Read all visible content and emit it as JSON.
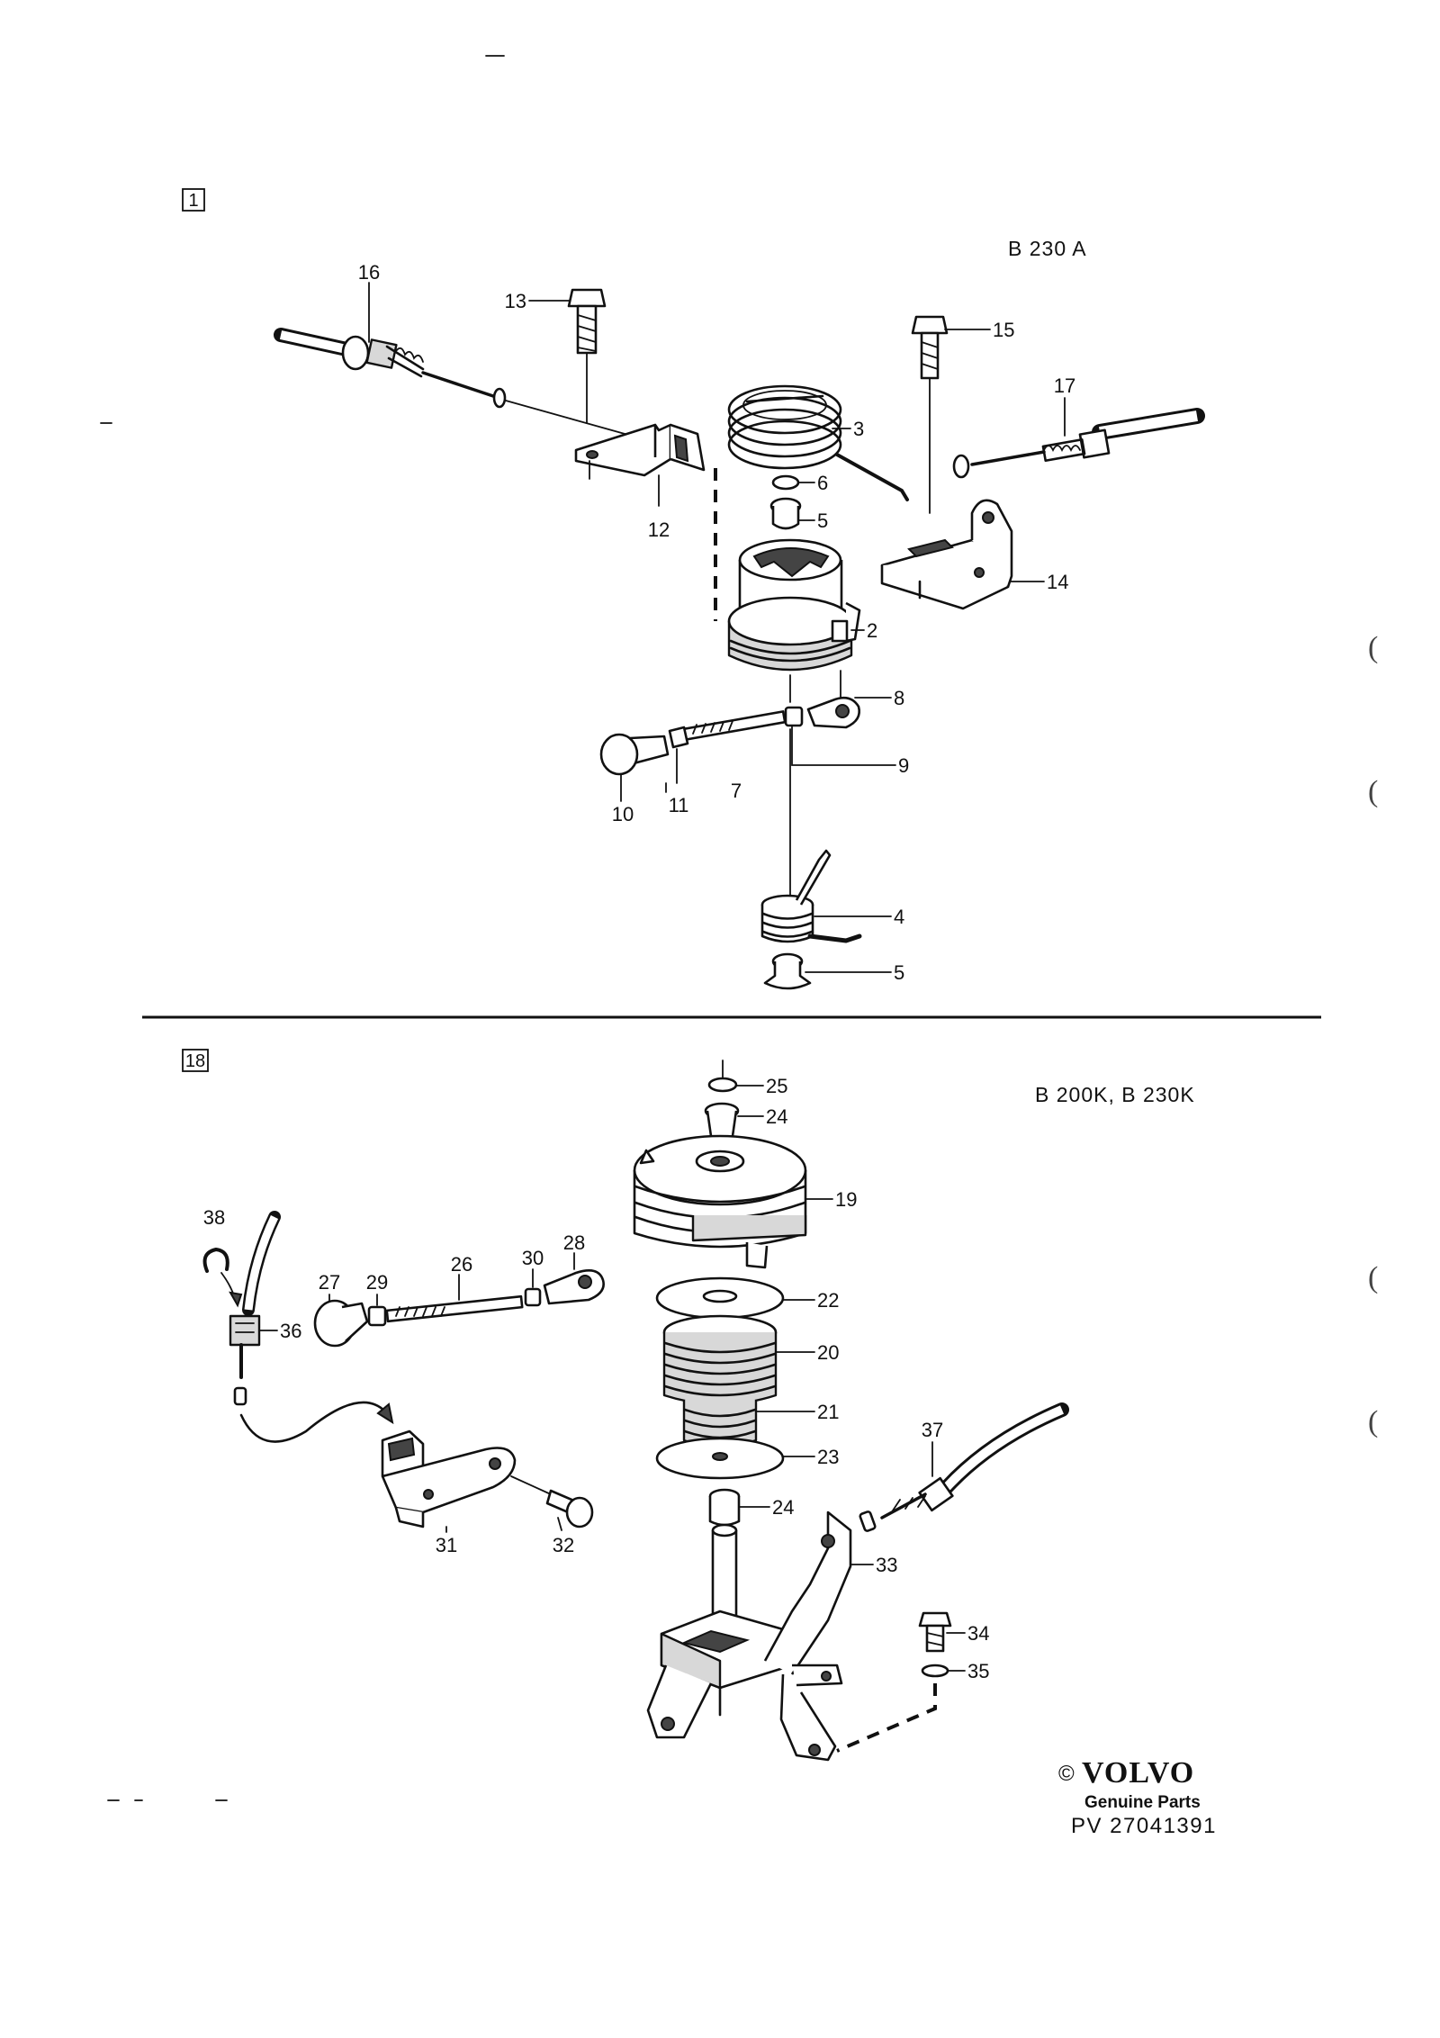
{
  "section_top": {
    "number": "1",
    "variant": "B 230 A",
    "callouts": [
      "16",
      "13",
      "15",
      "3",
      "17",
      "6",
      "5",
      "12",
      "14",
      "2",
      "8",
      "9",
      "10",
      "11",
      "7",
      "4",
      "5"
    ]
  },
  "section_bottom": {
    "number": "18",
    "variant": "B 200K, B 230K",
    "callouts": [
      "25",
      "24",
      "19",
      "38",
      "27",
      "29",
      "26",
      "30",
      "28",
      "22",
      "36",
      "20",
      "21",
      "23",
      "37",
      "24",
      "31",
      "32",
      "33",
      "34",
      "35"
    ]
  },
  "footer": {
    "copyright": "©",
    "brand": "VOLVO",
    "sub": "Genuine Parts",
    "part_number": "PV 27041391"
  }
}
